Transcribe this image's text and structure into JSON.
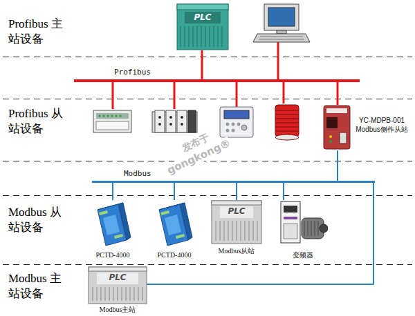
{
  "diagram": {
    "nodes": [
      {
        "text": [
          "PLC"
        ]
      },
      {
        "text": [
          "Profibus"
        ]
      },
      {
        "text": [
          "YC-MDPB-001 Modbus侧作从站"
        ]
      },
      {
        "text": [
          "Modbus"
        ]
      },
      {
        "text": [
          "PCTD-4000"
        ]
      },
      {
        "text": [
          "PCTD-4000"
        ]
      },
      {
        "text": [
          "PLC",
          "Modbus从站"
        ]
      },
      {
        "text": [
          "变频器"
        ]
      },
      {
        "text": [
          "PLC",
          "Modbus主站"
        ]
      }
    ],
    "edges": [
      {
        "from": 0,
        "to": 1,
        "arrow": "none"
      },
      {
        "from": 2,
        "to": 1,
        "arrow": "none"
      },
      {
        "from": 2,
        "to": 3,
        "arrow": "none"
      },
      {
        "from": 4,
        "to": 3,
        "arrow": "none"
      },
      {
        "from": 5,
        "to": 3,
        "arrow": "none"
      },
      {
        "from": 6,
        "to": 3,
        "arrow": "none"
      },
      {
        "from": 7,
        "to": 3,
        "arrow": "none"
      },
      {
        "from": 8,
        "to": 3,
        "arrow": "none"
      }
    ],
    "labels": [
      "Profibus 主站设备",
      "Profibus 从站设备",
      "Modbus 从站设备",
      "Modbus 主站设备",
      "发布于",
      "gongkong®"
    ]
  }
}
